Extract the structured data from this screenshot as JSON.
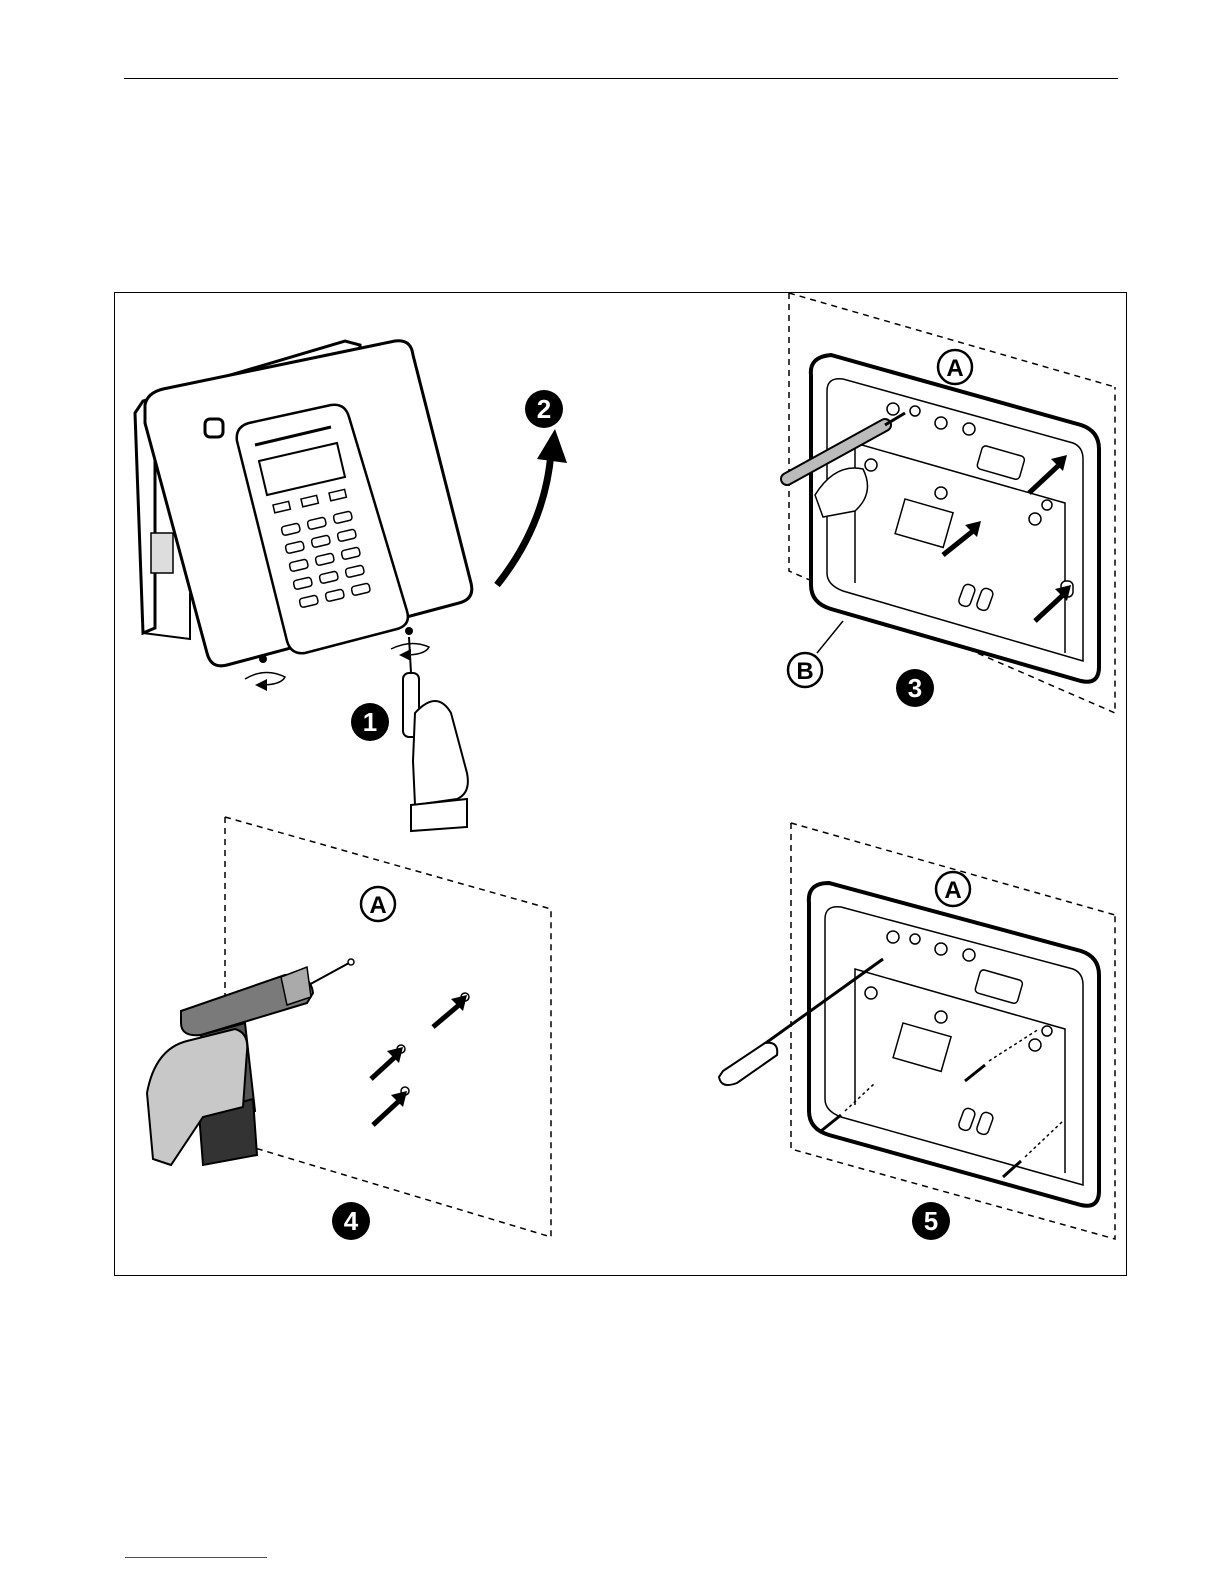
{
  "figure": {
    "steps": [
      {
        "number": "1"
      },
      {
        "number": "2"
      },
      {
        "number": "3"
      },
      {
        "number": "4"
      },
      {
        "number": "5"
      }
    ],
    "callouts": {
      "a_label": "A",
      "b_label": "B"
    }
  },
  "colors": {
    "ink": "#000000",
    "line_gray": "#555555",
    "fill_gray": "#a8a8a8",
    "footer_link": "#2b4fa8"
  }
}
